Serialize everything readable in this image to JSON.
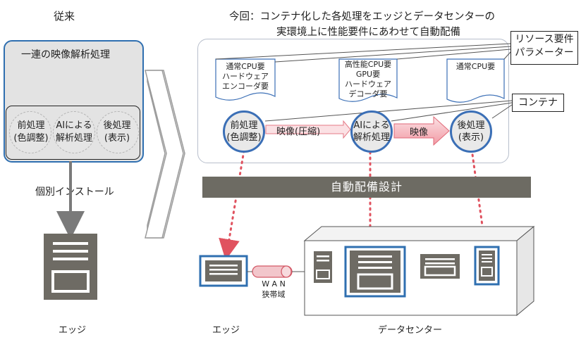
{
  "left": {
    "heading": "従来",
    "panel_title": "一連の映像解析処理",
    "steps": [
      {
        "line1": "前処理",
        "line2": "(色調整)"
      },
      {
        "line1": "AIによる",
        "line2": "解析処理"
      },
      {
        "line1": "後処理",
        "line2": "(表示)"
      }
    ],
    "install_label": "個別インストール",
    "edge_label": "エッジ"
  },
  "right": {
    "heading_line1": "今回：コンテナ化した各処理をエッジとデータセンターの",
    "heading_line2": "実環境上に性能要件にあわせて自動配備",
    "requirements": [
      {
        "lines": [
          "通常CPU要",
          "ハードウェア",
          "エンコーダ要"
        ]
      },
      {
        "lines": [
          "高性能CPU要",
          "GPU要",
          "ハードウェア",
          "デコーダ要"
        ]
      },
      {
        "lines": [
          "通常CPU要"
        ]
      }
    ],
    "callout_resource_line1": "リソース要件",
    "callout_resource_line2": "パラメーター",
    "callout_container": "コンテナ",
    "nodes": [
      {
        "line1": "前処理",
        "line2": "(色調整)"
      },
      {
        "line1": "AIによる",
        "line2": "解析処理"
      },
      {
        "line1": "後処理",
        "line2": "(表示)"
      }
    ],
    "flow_labels": [
      "映像(圧縮)",
      "映像"
    ],
    "bar_label": "自動配備設計",
    "wan_line1": "W A N",
    "wan_line2": "狭帯域",
    "edge_label": "エッジ",
    "datacenter_label": "データセンター"
  },
  "colors": {
    "accent_blue": "#2f6fb0",
    "node_border": "#3b6fb6",
    "bar_gray": "#6d6b63",
    "dotted_red": "#e0525f",
    "arrow_pink": "#f4b7bf"
  }
}
